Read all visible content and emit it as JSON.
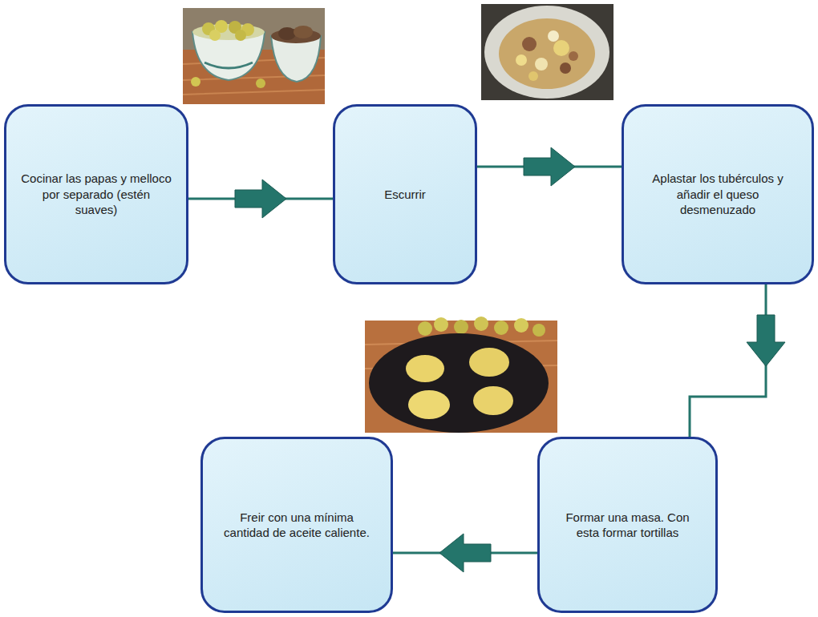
{
  "diagram": {
    "nodes": [
      {
        "text": [
          "Cocinar las papas y melloco por separado (estén suaves)"
        ]
      },
      {
        "text": [
          "Escurrir"
        ]
      },
      {
        "text": [
          "Aplastar los tubérculos y añadir el queso desmenuzado"
        ]
      },
      {
        "text": [
          "Formar una masa. Con esta formar tortillas"
        ]
      },
      {
        "text": [
          "Freir con una mínima cantidad de aceite caliente."
        ]
      }
    ],
    "edges": [
      {
        "from": 0,
        "to": 1,
        "arrow": "to"
      },
      {
        "from": 1,
        "to": 2,
        "arrow": "to"
      },
      {
        "from": 2,
        "to": 3,
        "arrow": "to"
      },
      {
        "from": 3,
        "to": 4,
        "arrow": "to"
      }
    ]
  }
}
